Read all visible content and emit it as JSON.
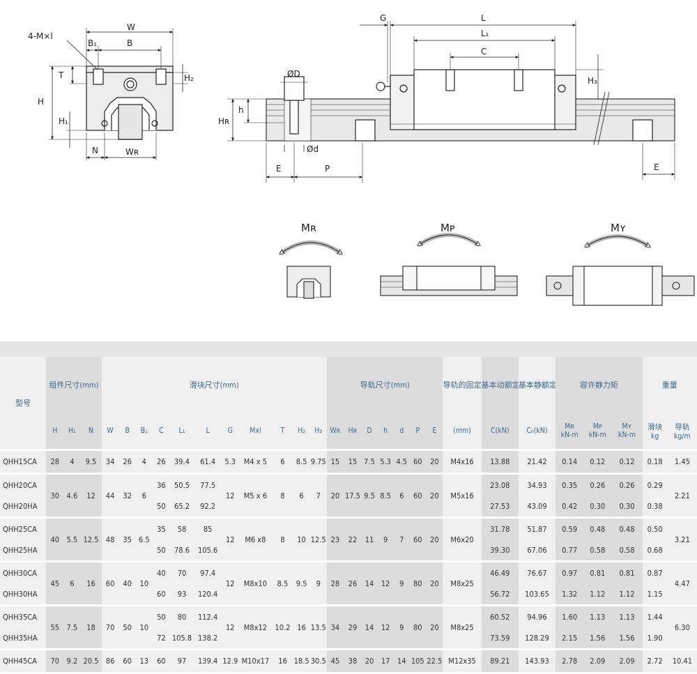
{
  "drawing": {
    "front_labels": [
      "4-M×l",
      "W",
      "B₁",
      "B",
      "T",
      "H₂",
      "H",
      "H₁",
      "N",
      "Wʀ"
    ],
    "side_labels": [
      "G",
      "L",
      "L₁",
      "C",
      "H₃",
      "Hʀ",
      "h",
      "ØD",
      "Ød",
      "E",
      "P",
      "E"
    ],
    "moment_labels": [
      "Mʀ",
      "Mᴘ",
      "Mʏ"
    ]
  },
  "table": {
    "header": {
      "model": "型号",
      "assembly": "组件尺寸(mm)",
      "block": "滑块尺寸(mm)",
      "rail": "导轨尺寸(mm)",
      "rail_bolt": "导轨的固定螺栓尺寸",
      "basic_dynamic": "基本动额定负荷",
      "basic_static": "基本静额定负荷",
      "static_moment": "容许静力矩",
      "weight": "重量",
      "sub": [
        "H",
        "H₁",
        "N",
        "W",
        "B",
        "B₁",
        "C",
        "L₁",
        "L",
        "G",
        "Mxl",
        "T",
        "H₂",
        "H₃",
        "Wʀ",
        "Hʀ",
        "D",
        "h",
        "d",
        "P",
        "E"
      ],
      "bolt_unit": "(mm)",
      "dyn_unit": "C(kN)",
      "stat_unit": "C₀(kN)",
      "moment_names": [
        "Mʀ",
        "Mᴘ",
        "Mʏ"
      ],
      "moment_unit": "kN-m",
      "block_w": "滑块",
      "rail_w": "导轨",
      "block_w_unit": "kg",
      "rail_w_unit": "kg/m"
    },
    "rows": {
      "qhh15ca": {
        "model": "QHH15CA",
        "H": "28",
        "H1": "4",
        "N": "9.5",
        "W": "34",
        "B": "26",
        "B1": "4",
        "C": "26",
        "L1": "39.4",
        "L": "61.4",
        "G": "5.3",
        "Mxl": "M4 x 5",
        "T": "6",
        "H2": "8.5",
        "H3": "9.75",
        "WR": "15",
        "HR": "15",
        "D": "7.5",
        "h": "5.3",
        "d": "4.5",
        "P": "60",
        "E": "20",
        "bolt": "M4x16",
        "Cd": "13.88",
        "Cs": "21.42",
        "MR": "0.14",
        "MP": "0.12",
        "MY": "0.12",
        "kg": "0.18",
        "kgm": "1.45"
      },
      "qhh20": {
        "H": "30",
        "H1": "4.6",
        "N": "12",
        "W": "44",
        "B": "32",
        "B1": "6",
        "G": "12",
        "Mxl": "M5 x 6",
        "T": "8",
        "H2": "6",
        "H3": "7",
        "WR": "20",
        "HR": "17.5",
        "D": "9.5",
        "h": "8.5",
        "d": "6",
        "P": "60",
        "E": "20",
        "bolt": "M5x16",
        "kgm": "2.21",
        "ca": {
          "model": "QHH20CA",
          "C": "36",
          "L1": "50.5",
          "L": "77.5",
          "Cd": "23.08",
          "Cs": "34.93",
          "MR": "0.35",
          "MP": "0.26",
          "MY": "0.26",
          "kg": "0.29"
        },
        "ha": {
          "model": "QHH20HA",
          "C": "50",
          "L1": "65.2",
          "L": "92.2",
          "Cd": "27.53",
          "Cs": "43.09",
          "MR": "0.42",
          "MP": "0.30",
          "MY": "0.30",
          "kg": "0.38"
        }
      },
      "qhh25": {
        "H": "40",
        "H1": "5.5",
        "N": "12.5",
        "W": "48",
        "B": "35",
        "B1": "6.5",
        "G": "12",
        "Mxl": "M6 x8",
        "T": "8",
        "H2": "10",
        "H3": "12.5",
        "WR": "23",
        "HR": "22",
        "D": "11",
        "h": "9",
        "d": "7",
        "P": "60",
        "E": "20",
        "bolt": "M6x20",
        "kgm": "3.21",
        "ca": {
          "model": "QHH25CA",
          "C": "35",
          "L1": "58",
          "L": "85",
          "Cd": "31.78",
          "Cs": "51.87",
          "MR": "0.59",
          "MP": "0.48",
          "MY": "0.48",
          "kg": "0.50"
        },
        "ha": {
          "model": "QHH25HA",
          "C": "50",
          "L1": "78.6",
          "L": "105.6",
          "Cd": "39.30",
          "Cs": "67.06",
          "MR": "0.77",
          "MP": "0.58",
          "MY": "0.58",
          "kg": "0.68"
        }
      },
      "qhh30": {
        "H": "45",
        "H1": "6",
        "N": "16",
        "W": "60",
        "B": "40",
        "B1": "10",
        "G": "12",
        "Mxl": "M8x10",
        "T": "8.5",
        "H2": "9.5",
        "H3": "9",
        "WR": "28",
        "HR": "26",
        "D": "14",
        "h": "12",
        "d": "9",
        "P": "80",
        "E": "20",
        "bolt": "M8x25",
        "kgm": "4.47",
        "ca": {
          "model": "QHH30CA",
          "C": "40",
          "L1": "70",
          "L": "97.4",
          "Cd": "46.49",
          "Cs": "76.67",
          "MR": "0.97",
          "MP": "0.81",
          "MY": "0.81",
          "kg": "0.87"
        },
        "ha": {
          "model": "QHH30HA",
          "C": "60",
          "L1": "93",
          "L": "120.4",
          "Cd": "56.72",
          "Cs": "103.65",
          "MR": "1.32",
          "MP": "1.12",
          "MY": "1.12",
          "kg": "1.15"
        }
      },
      "qhh35": {
        "H": "55",
        "H1": "7.5",
        "N": "18",
        "W": "70",
        "B": "50",
        "B1": "10",
        "G": "12",
        "Mxl": "M8x12",
        "T": "10.2",
        "H2": "16",
        "H3": "13.5",
        "WR": "34",
        "HR": "29",
        "D": "14",
        "h": "12",
        "d": "9",
        "P": "80",
        "E": "20",
        "bolt": "M8x25",
        "kgm": "6.30",
        "ca": {
          "model": "QHH35CA",
          "C": "50",
          "L1": "80",
          "L": "112.4",
          "Cd": "60.52",
          "Cs": "94.96",
          "MR": "1.60",
          "MP": "1.13",
          "MY": "1.13",
          "kg": "1.44"
        },
        "ha": {
          "model": "QHH35HA",
          "C": "72",
          "L1": "105.8",
          "L": "138.2",
          "Cd": "73.59",
          "Cs": "128.29",
          "MR": "2.15",
          "MP": "1.56",
          "MY": "1.56",
          "kg": "1.90"
        }
      },
      "qhh45ca": {
        "model": "QHH45CA",
        "H": "70",
        "H1": "9.2",
        "N": "20.5",
        "W": "86",
        "B": "60",
        "B1": "13",
        "C": "60",
        "L1": "97",
        "L": "139.4",
        "G": "12.9",
        "Mxl": "M10x17",
        "T": "16",
        "H2": "18.5",
        "H3": "30.5",
        "WR": "45",
        "HR": "38",
        "D": "20",
        "h": "17",
        "d": "14",
        "P": "105",
        "E": "22.5",
        "bolt": "M12x35",
        "Cd": "89.21",
        "Cs": "143.93",
        "MR": "2.78",
        "MP": "2.09",
        "MY": "2.09",
        "kg": "2.72",
        "kgm": "10.41"
      }
    }
  }
}
